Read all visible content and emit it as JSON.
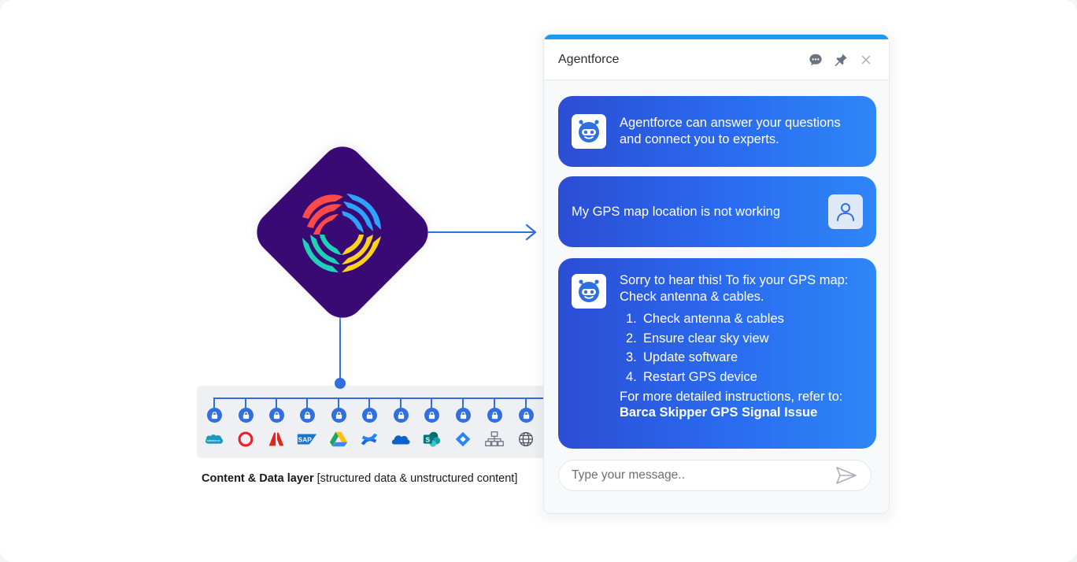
{
  "chat": {
    "title": "Agentforce",
    "messages": [
      {
        "from": "bot",
        "text_line1": "Agentforce can answer your questions",
        "text_line2": "and connect you to experts."
      },
      {
        "from": "user",
        "text": "My GPS map location is not working"
      },
      {
        "from": "bot",
        "intro_line1": "Sorry to hear this! To fix your GPS map:",
        "intro_line2": "Check antenna & cables.",
        "steps": [
          {
            "num": "1.",
            "text": "Check antenna & cables"
          },
          {
            "num": "2.",
            "text": "Ensure clear sky view"
          },
          {
            "num": "3.",
            "text": "Update software"
          },
          {
            "num": "4.",
            "text": "Restart GPS device"
          }
        ],
        "outro": "For more detailed instructions, refer to:",
        "link": "Barca Skipper GPS Signal Issue"
      }
    ],
    "input_placeholder": "Type your message..",
    "header_icons": [
      "chat-bubble-icon",
      "pin-icon",
      "close-icon"
    ]
  },
  "content_layer": {
    "caption_bold": "Content & Data layer",
    "caption_rest": " [structured data & unstructured content]",
    "sources": [
      "salesforce-icon",
      "opentext-icon",
      "adobe-icon",
      "sap-icon",
      "google-drive-icon",
      "confluence-icon",
      "onedrive-icon",
      "sharepoint-icon",
      "jira-icon",
      "sitemap-icon",
      "globe-icon"
    ]
  },
  "colors": {
    "accent": "#2f6fdf",
    "diamond": "#3a0a74",
    "bubble_start": "#2b4dd4",
    "bubble_end": "#2e86f7",
    "topbar": "#1b9cf2"
  }
}
